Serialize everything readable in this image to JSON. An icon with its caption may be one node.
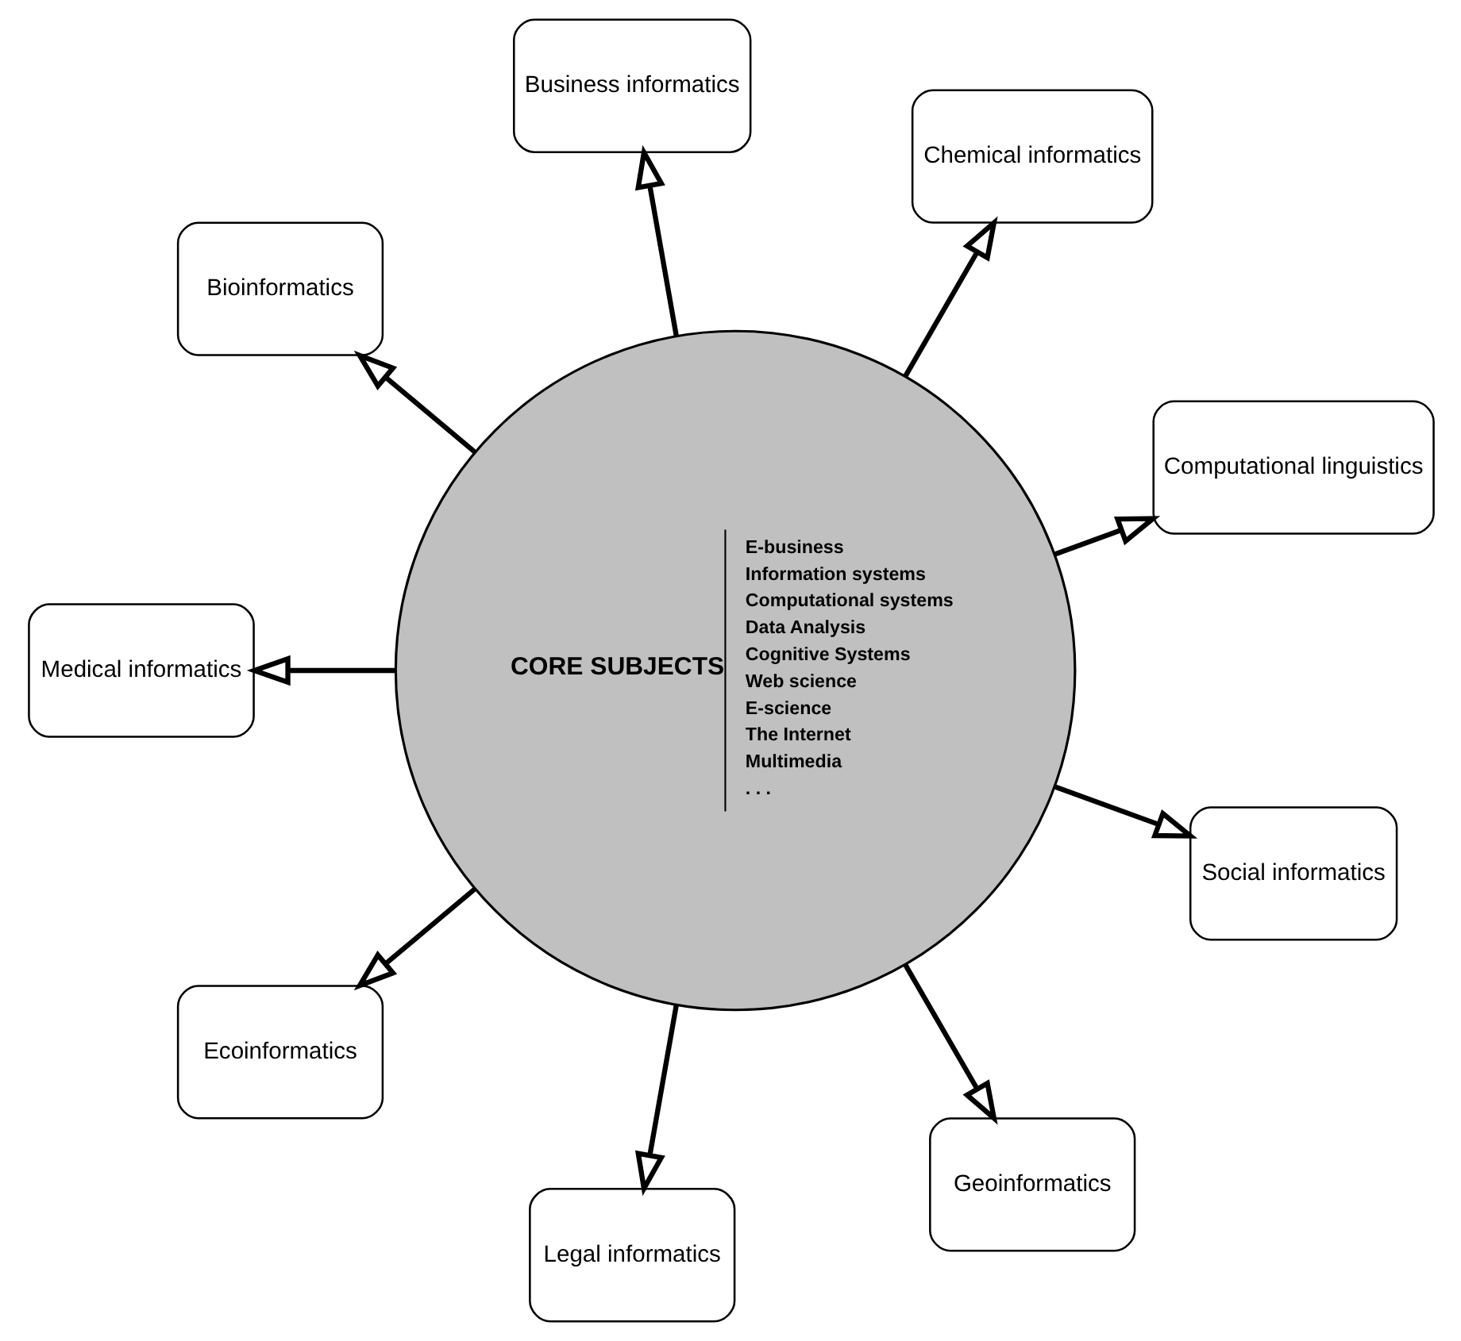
{
  "diagram": {
    "nodes": [
      {
        "text": [
          "CORE SUBJECTS",
          "E-business",
          "Information systems",
          "Computational systems",
          "Data Analysis",
          "Cognitive Systems",
          "Web science",
          "E-science",
          "The Internet",
          "Multimedia",
          ". . ."
        ]
      },
      {
        "text": [
          "Computational linguistics"
        ]
      },
      {
        "text": [
          "Chemical informatics"
        ]
      },
      {
        "text": [
          "Business informatics"
        ]
      },
      {
        "text": [
          "Bioinformatics"
        ]
      },
      {
        "text": [
          "Medical informatics"
        ]
      },
      {
        "text": [
          "Ecoinformatics"
        ]
      },
      {
        "text": [
          "Legal informatics"
        ]
      },
      {
        "text": [
          "Geoinformatics"
        ]
      },
      {
        "text": [
          "Social informatics"
        ]
      }
    ],
    "edges": [
      {
        "from": 0,
        "to": 1,
        "arrow": "to"
      },
      {
        "from": 0,
        "to": 2,
        "arrow": "to"
      },
      {
        "from": 0,
        "to": 3,
        "arrow": "to"
      },
      {
        "from": 0,
        "to": 4,
        "arrow": "to"
      },
      {
        "from": 0,
        "to": 5,
        "arrow": "to"
      },
      {
        "from": 0,
        "to": 6,
        "arrow": "to"
      },
      {
        "from": 0,
        "to": 7,
        "arrow": "to"
      },
      {
        "from": 0,
        "to": 8,
        "arrow": "to"
      },
      {
        "from": 0,
        "to": 9,
        "arrow": "to"
      }
    ]
  }
}
